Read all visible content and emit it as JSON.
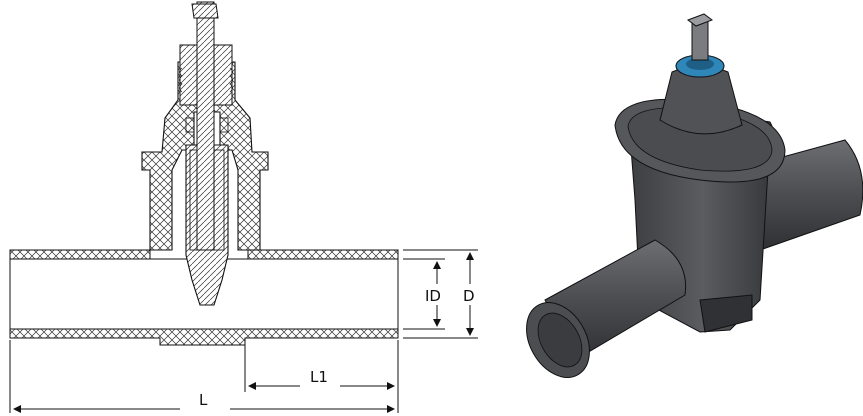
{
  "drawing": {
    "labels": {
      "id": "ID",
      "d": "D",
      "l1": "L1",
      "l": "L"
    }
  },
  "colors": {
    "body": "#4a4c50",
    "cap": "#2f86b8",
    "hatch": "#333333"
  }
}
